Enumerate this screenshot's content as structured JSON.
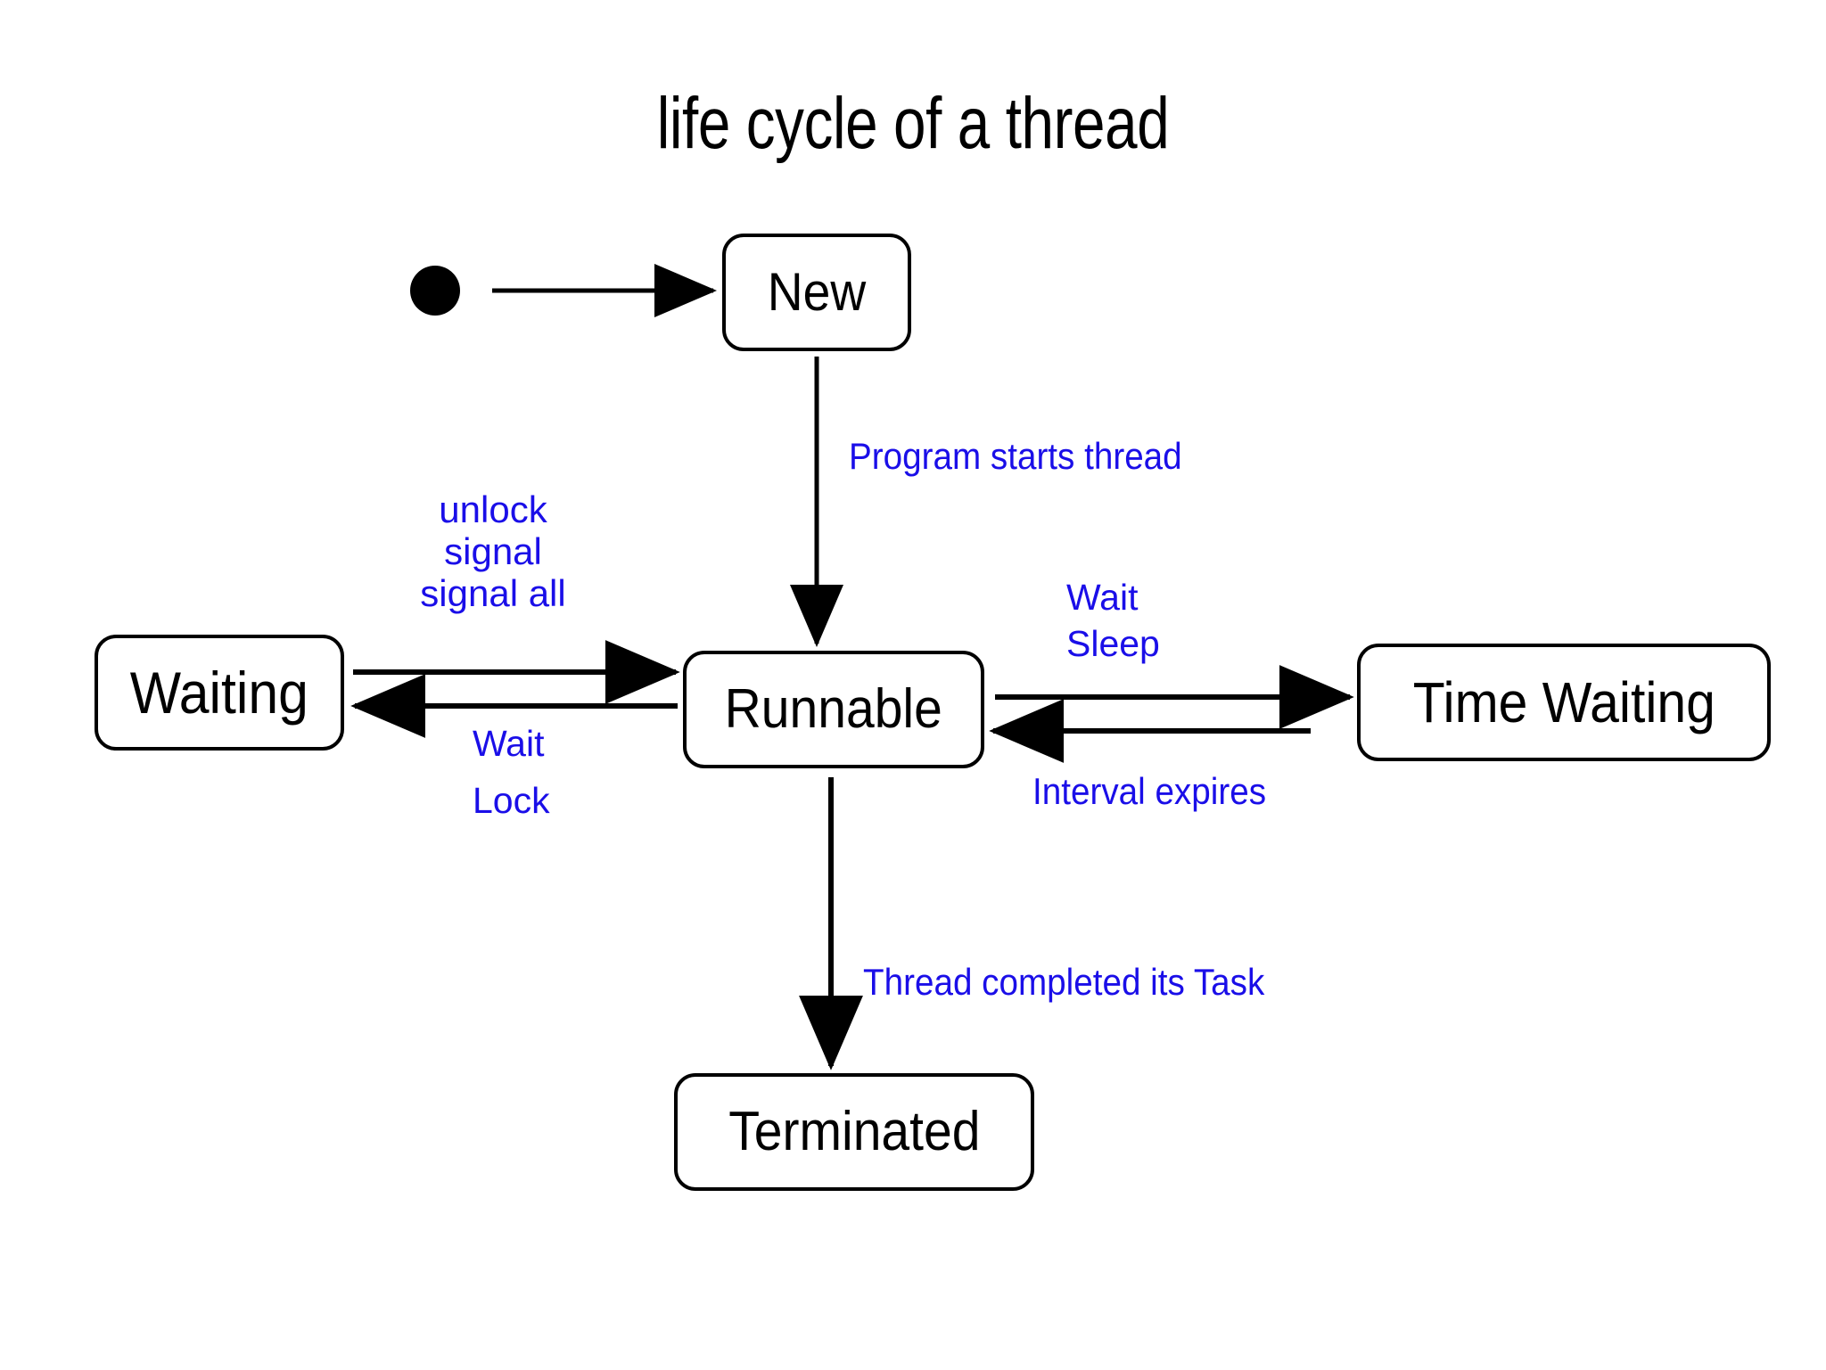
{
  "diagram": {
    "title": "life cycle of a thread",
    "colors": {
      "state_border": "#000000",
      "state_text": "#000000",
      "edge_label": "#1a0ee8",
      "arrow": "#000000",
      "background": "#ffffff"
    },
    "initial_state_marker": "filled-circle",
    "states": [
      {
        "id": "new",
        "label": "New"
      },
      {
        "id": "waiting",
        "label": "Waiting"
      },
      {
        "id": "runnable",
        "label": "Runnable"
      },
      {
        "id": "timewait",
        "label": "Time Waiting"
      },
      {
        "id": "terminated",
        "label": "Terminated"
      }
    ],
    "transitions": [
      {
        "id": "start",
        "from": "initial",
        "to": "new",
        "label": ""
      },
      {
        "id": "program-starts",
        "from": "new",
        "to": "runnable",
        "label": "Program starts thread"
      },
      {
        "id": "waiting-runnable",
        "from": "waiting",
        "to": "runnable",
        "label_lines": [
          "unlock",
          "signal",
          "signal all"
        ]
      },
      {
        "id": "runnable-waiting",
        "from": "runnable",
        "to": "waiting",
        "label_lines": [
          "Wait",
          "Lock"
        ]
      },
      {
        "id": "runnable-timewait",
        "from": "runnable",
        "to": "timewait",
        "label_lines": [
          "Wait",
          "Sleep"
        ]
      },
      {
        "id": "timewait-runnable",
        "from": "timewait",
        "to": "runnable",
        "label": "Interval expires"
      },
      {
        "id": "runnable-done",
        "from": "runnable",
        "to": "terminated",
        "label": "Thread completed its Task"
      }
    ],
    "labels": {
      "program_starts_thread": "Program starts thread",
      "unlock": "unlock",
      "signal": "signal",
      "signal_all": "signal all",
      "wait": "Wait",
      "lock": "Lock",
      "wait2": "Wait",
      "sleep": "Sleep",
      "interval_expires": "Interval expires",
      "thread_completed": "Thread completed its Task"
    }
  }
}
